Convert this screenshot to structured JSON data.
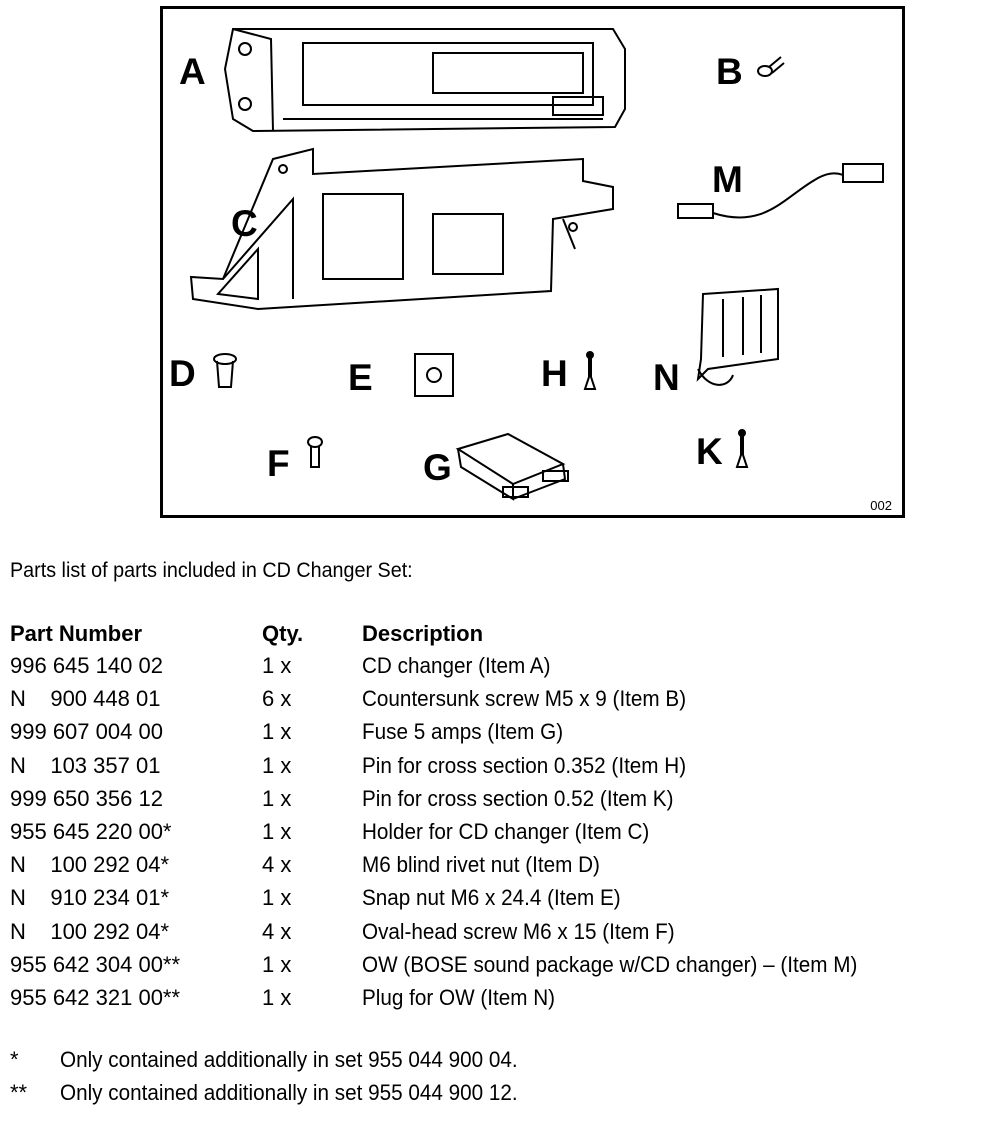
{
  "figure": {
    "labels": {
      "A": "A",
      "B": "B",
      "C": "C",
      "D": "D",
      "E": "E",
      "F": "F",
      "G": "G",
      "H": "H",
      "K": "K",
      "M": "M",
      "N": "N"
    },
    "number": "002"
  },
  "intro": "Parts list of parts included in CD Changer Set:",
  "table": {
    "headers": {
      "part": "Part Number",
      "qty": "Qty.",
      "desc": "Description"
    },
    "rows": [
      {
        "part": "996 645 140 02",
        "qty": "1 x",
        "desc": "CD changer (Item A)"
      },
      {
        "part": "N    900 448 01",
        "qty": "6 x",
        "desc": "Countersunk screw M5 x 9 (Item B)"
      },
      {
        "part": "999 607 004 00",
        "qty": "1 x",
        "desc": "Fuse 5 amps (Item G)"
      },
      {
        "part": "N    103 357 01",
        "qty": "1 x",
        "desc": "Pin for cross section 0.352 (Item H)"
      },
      {
        "part": "999 650 356 12",
        "qty": "1 x",
        "desc": "Pin for cross section 0.52 (Item K)"
      },
      {
        "part": "955 645 220 00*",
        "qty": "1 x",
        "desc": "Holder for CD changer (Item C)"
      },
      {
        "part": "N    100 292 04*",
        "qty": "4 x",
        "desc": "M6 blind rivet nut (Item D)"
      },
      {
        "part": "N    910 234 01*",
        "qty": "1 x",
        "desc": "Snap nut M6 x 24.4 (Item E)"
      },
      {
        "part": "N    100 292 04*",
        "qty": "4 x",
        "desc": "Oval-head screw M6 x 15 (Item F)"
      },
      {
        "part": "955 642 304 00**",
        "qty": "1 x",
        "desc": "OW (BOSE sound package w/CD changer) – (Item M)"
      },
      {
        "part": "955 642 321 00**",
        "qty": "1 x",
        "desc": "Plug for OW (Item N)"
      }
    ]
  },
  "footnotes": [
    {
      "mark": "*",
      "text": "Only contained additionally in set 955 044 900 04."
    },
    {
      "mark": "**",
      "text": "Only contained additionally in set 955 044 900 12."
    }
  ]
}
